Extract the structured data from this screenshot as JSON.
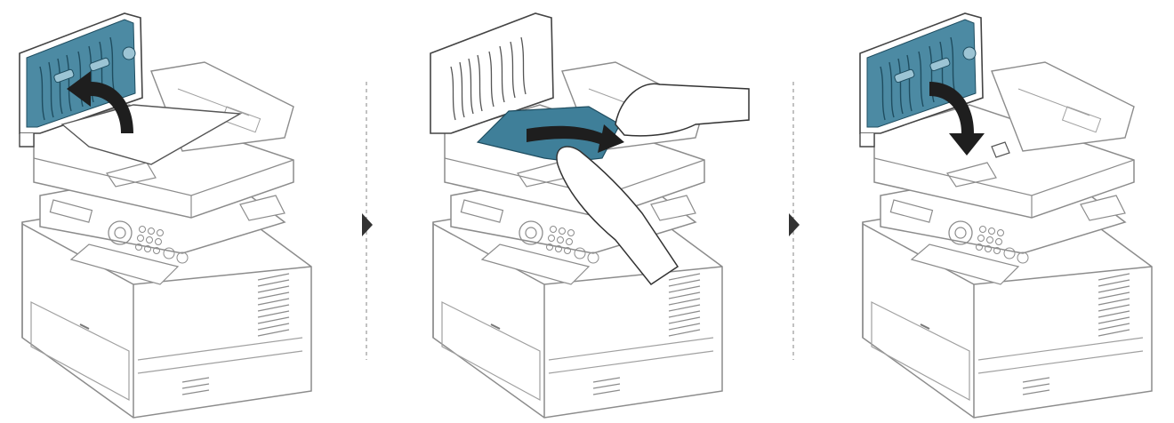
{
  "colors": {
    "outline": "#8c8c8c",
    "outline_dark": "#555555",
    "panel_blue": "#3f7f99",
    "panel_blue_light": "#6aa4bb",
    "panel_blue_dark": "#1f4d60",
    "arrow": "#1e1e1e",
    "divider": "#9a9a9a",
    "step_marker": "#333333"
  },
  "steps": [
    {
      "icon": "open-cover-lift-arrow-icon",
      "action": "open-cover"
    },
    {
      "icon": "pull-paper-arrow-icon",
      "action": "remove-paper"
    },
    {
      "icon": "close-cover-down-arrow-icon",
      "action": "close-cover"
    }
  ],
  "markers": [
    {
      "icon": "triangle-right-icon"
    },
    {
      "icon": "triangle-right-icon"
    }
  ]
}
